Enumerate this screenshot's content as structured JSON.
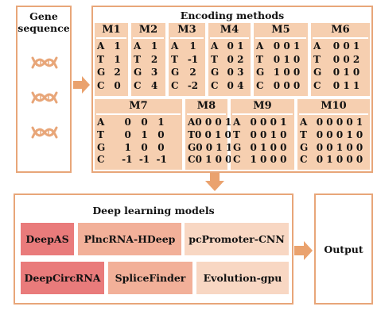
{
  "colors": {
    "border": "#e8a679",
    "panel": "#f6cfb0",
    "arrow": "#eaa26e",
    "model_dark": "#e97b7b",
    "model_mid": "#f2b099",
    "model_light": "#f8d7c3"
  },
  "gene_panel": {
    "title_line1": "Gene",
    "title_line2": "sequence",
    "icons": [
      "dna-icon",
      "dna-icon",
      "dna-icon"
    ]
  },
  "encoding": {
    "title": "Encoding methods",
    "bases": [
      "A",
      "T",
      "G",
      "C"
    ],
    "methods": [
      {
        "name": "M1",
        "rows": [
          "1",
          "1",
          "2",
          "0"
        ]
      },
      {
        "name": "M2",
        "rows": [
          "1",
          "2",
          "3",
          "4"
        ]
      },
      {
        "name": "M3",
        "rows": [
          "1",
          "-1",
          "2",
          "-2"
        ]
      },
      {
        "name": "M4",
        "rows": [
          "0 1",
          "0 2",
          "0 3",
          "0 4"
        ]
      },
      {
        "name": "M5",
        "rows": [
          "0 0 1",
          "0 1 0",
          "1 0 0",
          "0 0 0"
        ]
      },
      {
        "name": "M6",
        "rows": [
          "0 0 1",
          "0 0 2",
          "0 1 0",
          "0 1 1"
        ]
      },
      {
        "name": "M7",
        "rows": [
          "0   0   1",
          "0   1   0",
          "1   0   0",
          "-1  -1  -1"
        ]
      },
      {
        "name": "M8",
        "rows": [
          "0 0 0 1",
          "0 0 1 0",
          "0 0 1 1",
          "0 1 0 0"
        ]
      },
      {
        "name": "M9",
        "rows": [
          "0 0 0 1",
          "0 0 1 0",
          "0 1 0 0",
          "1 0 0 0"
        ]
      },
      {
        "name": "M10",
        "rows": [
          "0 0 0 0 1",
          "0 0 0 1 0",
          "0 0 1 0 0",
          "0 1 0 0 0"
        ]
      }
    ]
  },
  "deep_learning": {
    "title": "Deep learning models",
    "models": [
      "DeepAS",
      "PlncRNA-HDeep",
      "pcPromoter-CNN",
      "DeepCircRNA",
      "SpliceFinder",
      "Evolution-gpu"
    ]
  },
  "output": {
    "label": "Output"
  }
}
